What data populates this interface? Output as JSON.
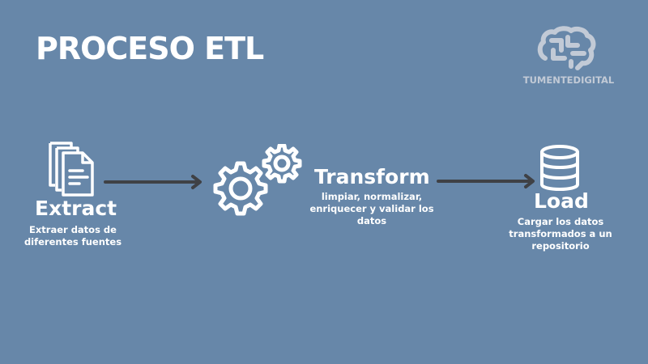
{
  "title": "PROCESO ETL",
  "brand": {
    "name": "TUMENTEDIGITAL",
    "icon": "brain-icon"
  },
  "steps": [
    {
      "label": "Extract",
      "description_1": "Extraer datos de",
      "description_2": "diferentes fuentes",
      "icon": "documents-icon"
    },
    {
      "label": "Transform",
      "description_1": "limpiar, normalizar,",
      "description_2": "enriquecer y validar los",
      "description_3": "datos",
      "icon": "gears-icon"
    },
    {
      "label": "Load",
      "description_1": "Cargar los datos",
      "description_2": "transformados a un",
      "description_3": "repositorio",
      "icon": "database-icon"
    }
  ],
  "colors": {
    "background": "#6787a9",
    "arrow": "#3f4145",
    "text": "#ffffff",
    "brand_text": "#c2cad6"
  }
}
